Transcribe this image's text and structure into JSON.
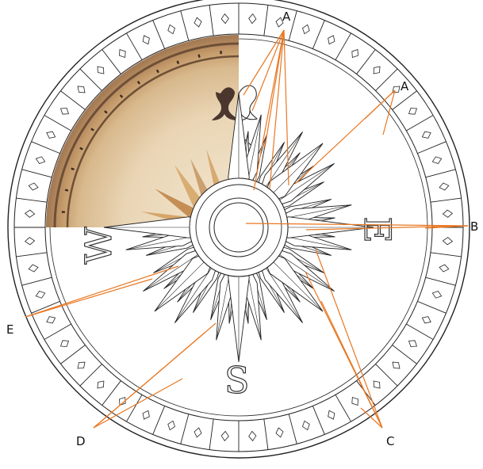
{
  "callouts": [
    {
      "label": "A"
    },
    {
      "label": "A"
    },
    {
      "label": "B"
    },
    {
      "label": "C"
    },
    {
      "label": "D"
    },
    {
      "label": "E"
    }
  ],
  "cardinals": {
    "south": "S",
    "east": "E",
    "west": "W"
  },
  "colors": {
    "leader_lines": "#e87722",
    "line_art": "#222222",
    "wood_light": "#e8d2b0",
    "wood_dark": "#8a6a4a"
  },
  "icons": {
    "north_marker": "fleur-de-lis-icon"
  }
}
